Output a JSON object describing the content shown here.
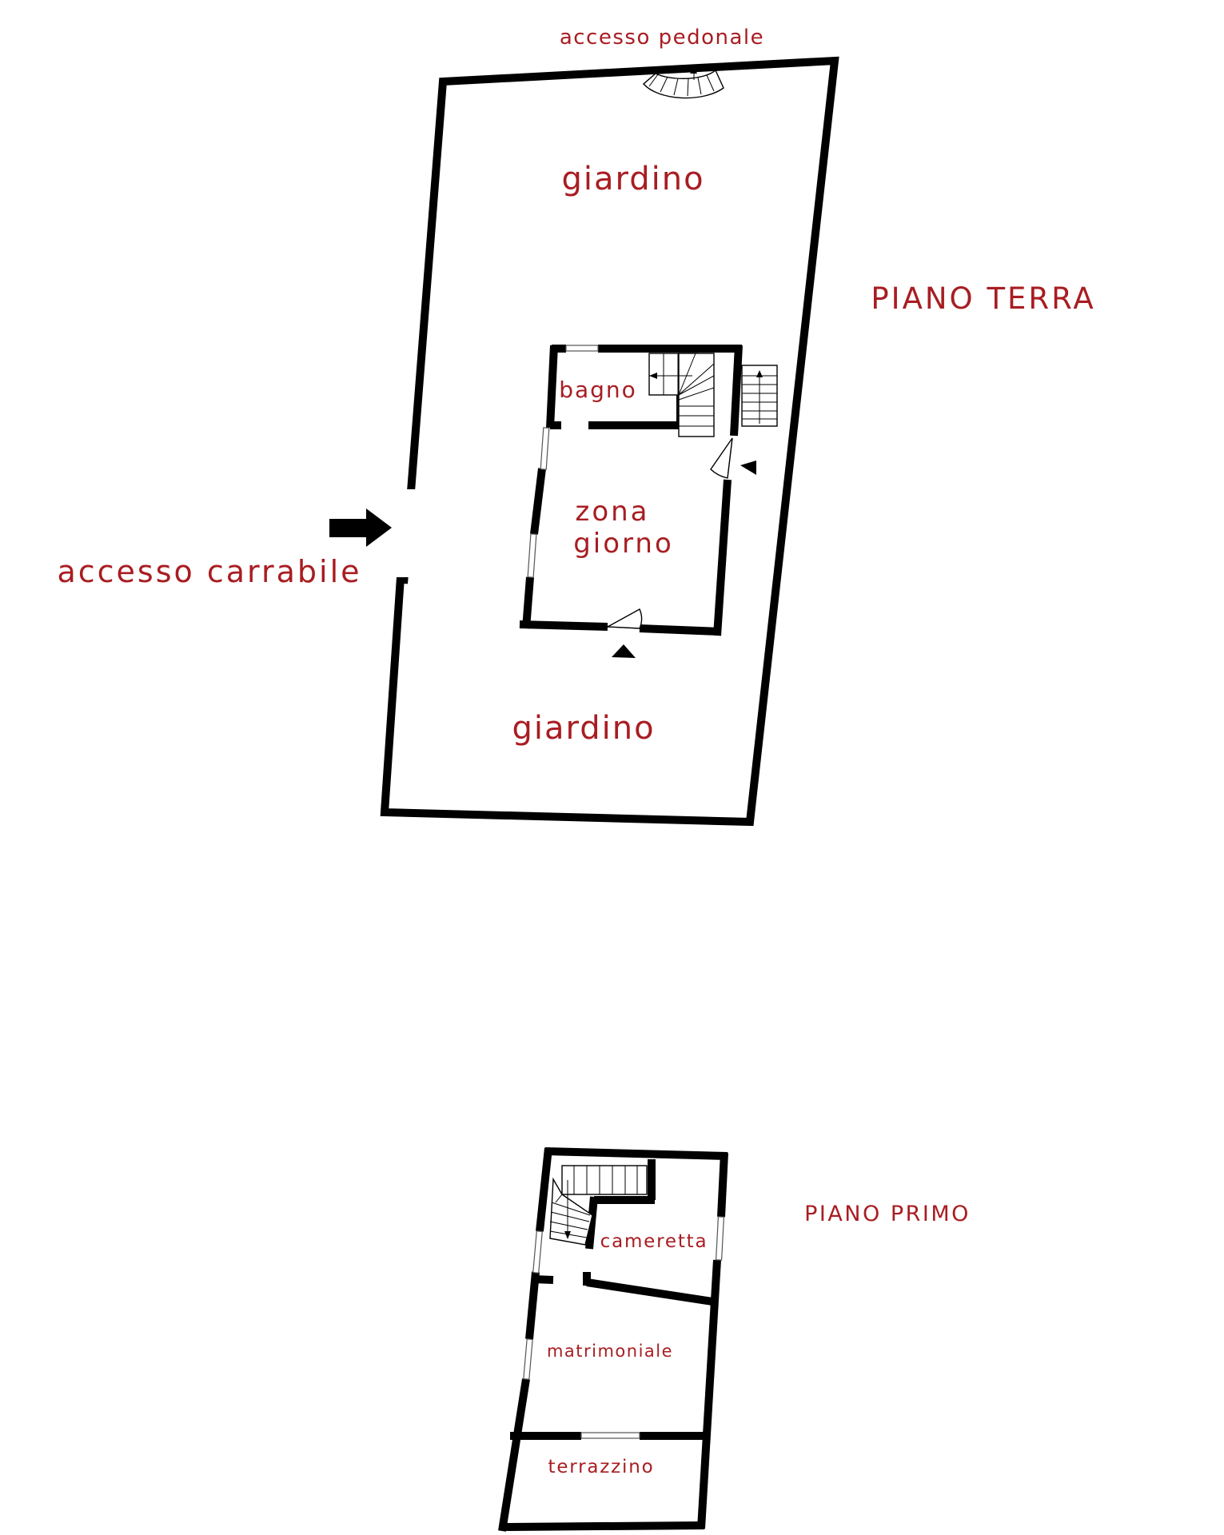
{
  "plan": {
    "ground_floor": {
      "title": "PIANO TERRA",
      "pedestrian_access": "accesso pedonale",
      "vehicle_access": "accesso carrabile",
      "garden_top": "giardino",
      "garden_bottom": "giardino",
      "bathroom": "bagno",
      "living_line1": "zona",
      "living_line2": "giorno"
    },
    "first_floor": {
      "title": "PIANO PRIMO",
      "small_bedroom": "cameretta",
      "master_bedroom": "matrimoniale",
      "terrace": "terrazzino"
    },
    "colors": {
      "label": "#a81d22",
      "wall": "#000000"
    }
  }
}
